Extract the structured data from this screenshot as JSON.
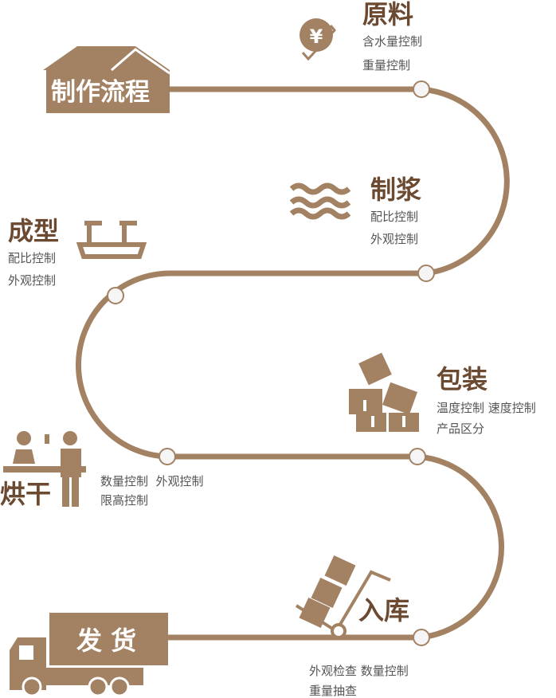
{
  "colors": {
    "accent": "#a38163",
    "title": "#6b4a31",
    "text": "#555555",
    "node": "#f5f5f5"
  },
  "header": {
    "title": "制作流程",
    "icon": "house-icon"
  },
  "steps": [
    {
      "title": "原料",
      "icon": "yen-hand-icon",
      "details": [
        "含水量控制",
        "重量控制"
      ]
    },
    {
      "title": "制浆",
      "icon": "waves-icon",
      "details": [
        "配比控制",
        "外观控制"
      ]
    },
    {
      "title": "成型",
      "icon": "mold-tray-icon",
      "details": [
        "配比控制",
        "外观控制"
      ]
    },
    {
      "title": "包装",
      "icon": "boxes-icon",
      "details": [
        "温度控制 速度控制",
        "产品区分"
      ]
    },
    {
      "title": "烘干",
      "icon": "people-counter-icon",
      "details": [
        "数量控制  外观控制",
        "限高控制"
      ]
    },
    {
      "title": "入库",
      "icon": "hand-truck-icon",
      "details": [
        "外观检查 数量控制",
        "重量抽查"
      ]
    },
    {
      "title": "发 货",
      "icon": "truck-icon",
      "details": []
    }
  ]
}
